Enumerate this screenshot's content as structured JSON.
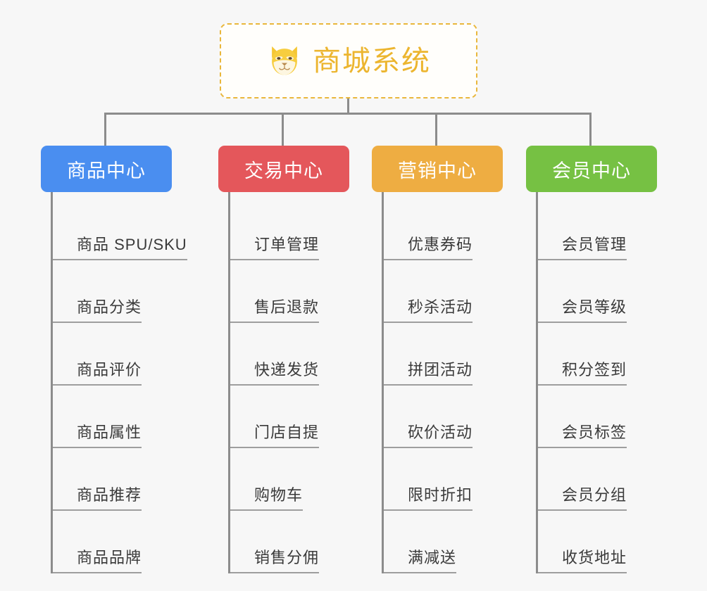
{
  "diagram": {
    "type": "org-chart",
    "root": {
      "title": "商城系统",
      "icon": "shiba-dog-face-emoji",
      "text_color": "#ecb52f",
      "border_color": "#e9b73c",
      "background": "#fffefb"
    },
    "background_color": "#f7f7f7",
    "line_color": "#8c8c8c",
    "underline_color": "#9e9e9e",
    "categories": [
      {
        "label": "商品中心",
        "color": "#4a8ef0",
        "items": [
          "商品 SPU/SKU",
          "商品分类",
          "商品评价",
          "商品属性",
          "商品推荐",
          "商品品牌"
        ]
      },
      {
        "label": "交易中心",
        "color": "#e4575b",
        "items": [
          "订单管理",
          "售后退款",
          "快递发货",
          "门店自提",
          "购物车",
          "销售分佣"
        ]
      },
      {
        "label": "营销中心",
        "color": "#eead42",
        "items": [
          "优惠券码",
          "秒杀活动",
          "拼团活动",
          "砍价活动",
          "限时折扣",
          "满减送"
        ]
      },
      {
        "label": "会员中心",
        "color": "#76c143",
        "items": [
          "会员管理",
          "会员等级",
          "积分签到",
          "会员标签",
          "会员分组",
          "收货地址"
        ]
      }
    ]
  }
}
